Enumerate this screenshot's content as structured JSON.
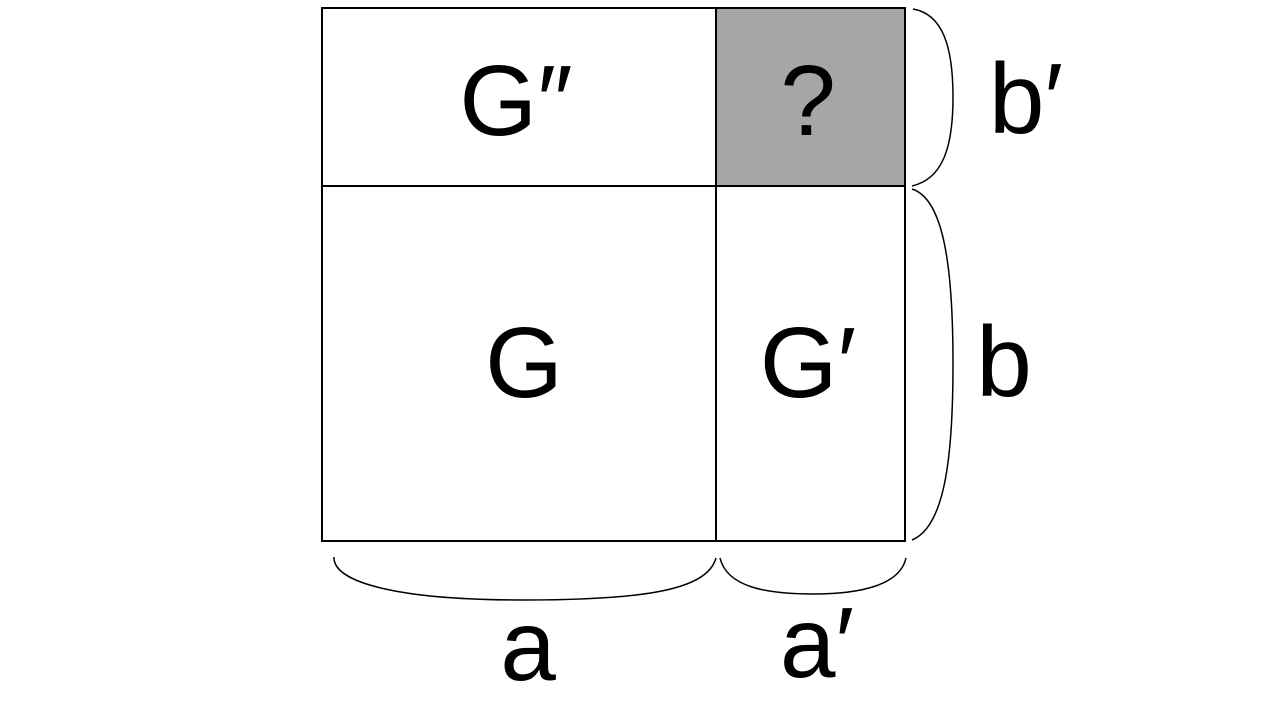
{
  "figure": {
    "type": "partitioned-rectangle-diagram",
    "cells": [
      {
        "position": "top-left",
        "label": "G″",
        "filled": false
      },
      {
        "position": "top-right",
        "label": "?",
        "filled": true
      },
      {
        "position": "bottom-left",
        "label": "G",
        "filled": false
      },
      {
        "position": "bottom-right",
        "label": "G′",
        "filled": false
      }
    ],
    "braces": [
      {
        "side": "right",
        "span": "top-right-cell-height",
        "label": "b′"
      },
      {
        "side": "right",
        "span": "bottom-right-cell-height",
        "label": "b"
      },
      {
        "side": "bottom",
        "span": "left-column-width",
        "label": "a"
      },
      {
        "side": "bottom",
        "span": "right-column-width",
        "label": "a′"
      }
    ],
    "colors": {
      "highlight": "#A6A6A6",
      "line": "#000000",
      "text": "#000000",
      "background": "#FFFFFF"
    }
  }
}
